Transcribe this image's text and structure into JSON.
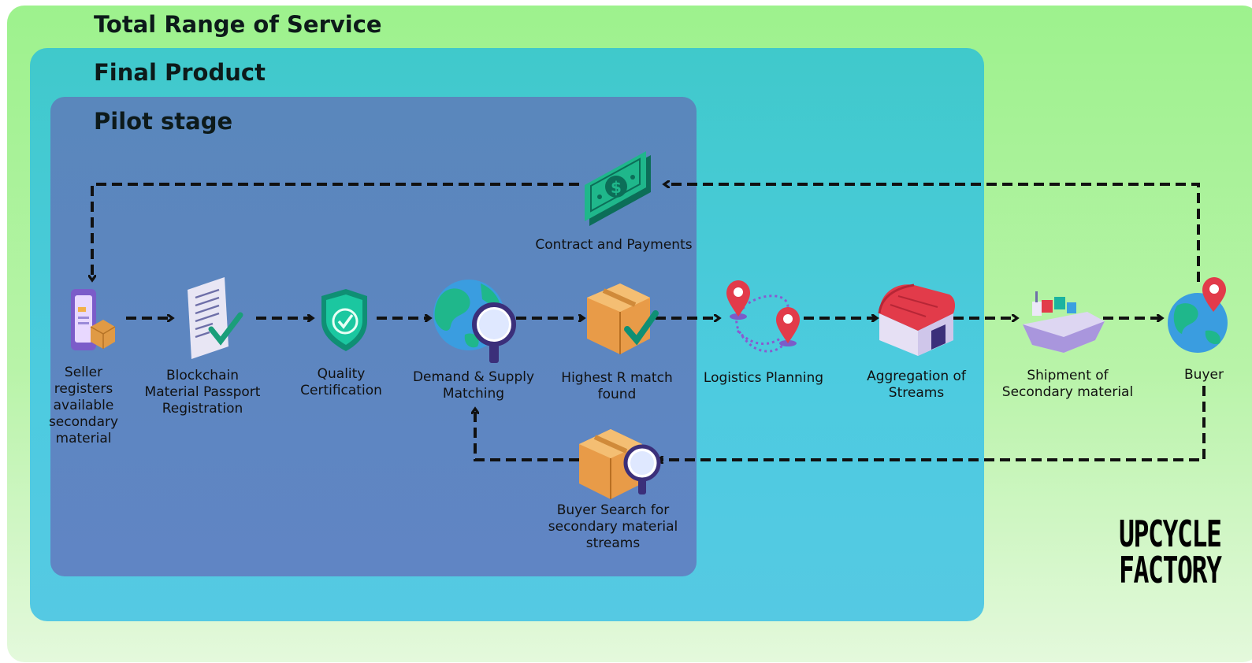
{
  "zones": {
    "total": "Total Range of Service",
    "final": "Final Product",
    "pilot": "Pilot stage"
  },
  "steps": {
    "seller": "Seller\nregisters\navailable\nsecondary\nmaterial",
    "blockchain": "Blockchain\nMaterial Passport\nRegistration",
    "quality": "Quality\nCertification",
    "matching": "Demand & Supply\nMatching",
    "match_found": "Highest R match\nfound",
    "logistics": "Logistics Planning",
    "aggregation": "Aggregation of\nStreams",
    "shipment": "Shipment of\nSecondary material",
    "buyer": "Buyer",
    "payments": "Contract and Payments",
    "buyer_search": "Buyer Search for\nsecondary material\nstreams"
  },
  "logo": {
    "line1": "UPCYCLE",
    "line2": "FACTORY",
    "brand_green": "#1bb36a"
  },
  "colors": {
    "outer": "#9df28d",
    "mid": "#43c8cf",
    "inner": "#5d86c0",
    "arrow": "#111111"
  },
  "icons": [
    "phone-package-icon",
    "document-check-icon",
    "shield-check-icon",
    "globe-magnifier-icon",
    "box-check-icon",
    "route-pins-icon",
    "warehouse-icon",
    "cargo-ship-icon",
    "globe-pin-icon",
    "money-bill-icon",
    "box-magnifier-icon"
  ]
}
